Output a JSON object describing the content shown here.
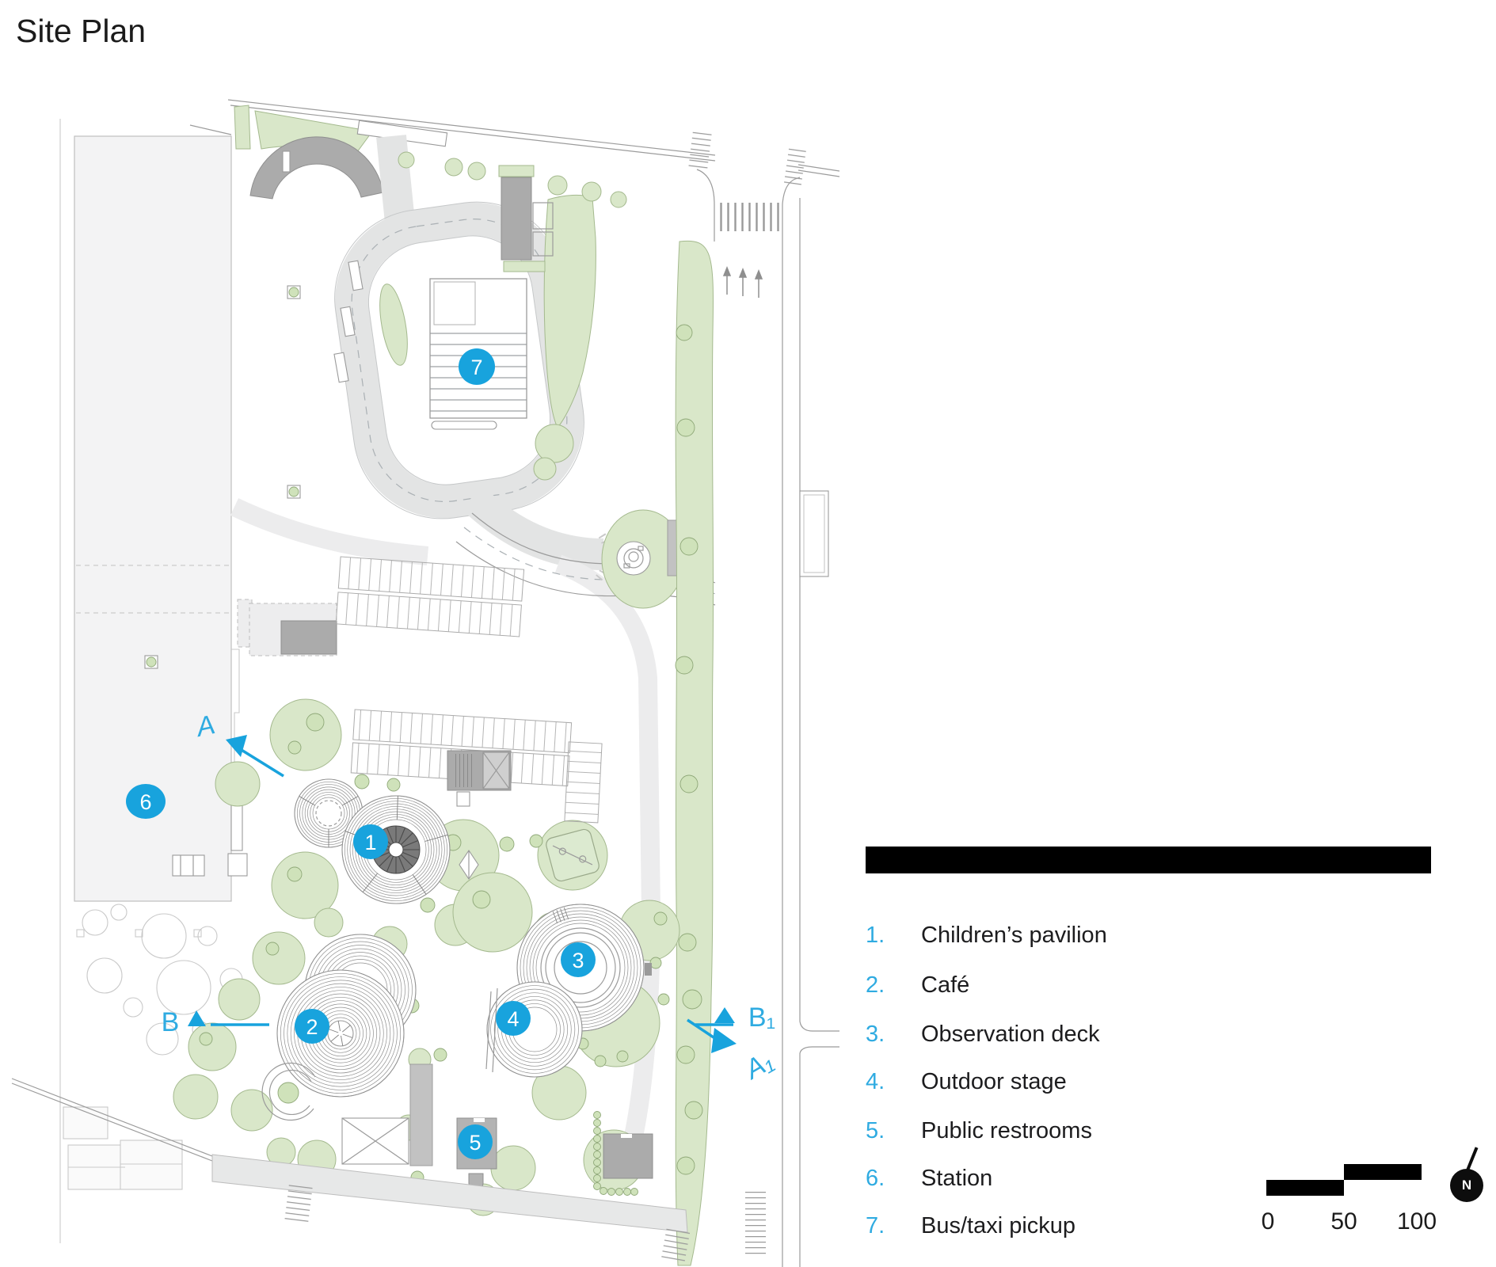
{
  "title": "Site Plan",
  "legend": {
    "items": [
      {
        "n": "1.",
        "label": "Children’s pavilion"
      },
      {
        "n": "2.",
        "label": "Café"
      },
      {
        "n": "3.",
        "label": "Observation deck"
      },
      {
        "n": "4.",
        "label": "Outdoor stage"
      },
      {
        "n": "5.",
        "label": "Public restrooms"
      },
      {
        "n": "6.",
        "label": "Station"
      },
      {
        "n": "7.",
        "label": "Bus/taxi pickup"
      }
    ]
  },
  "plan_markers": [
    {
      "label": "1"
    },
    {
      "label": "2"
    },
    {
      "label": "3"
    },
    {
      "label": "4"
    },
    {
      "label": "5"
    },
    {
      "label": "6"
    },
    {
      "label": "7"
    }
  ],
  "sections": {
    "a": "A",
    "a1": "A₁",
    "b": "B",
    "b1": "B₁"
  },
  "scale_bar": {
    "labels": [
      "0",
      "50",
      "100"
    ]
  },
  "compass": {
    "label": "N"
  },
  "colors": {
    "accent_blue": "#18a3dd",
    "legend_number_blue": "#2fabe1",
    "text": "#1c1c1e",
    "tree_green": "#d9e7c9",
    "road_gray": "#e3e4e4",
    "building_gray": "#ababab",
    "station_gray": "#f3f3f4",
    "black": "#000000"
  }
}
